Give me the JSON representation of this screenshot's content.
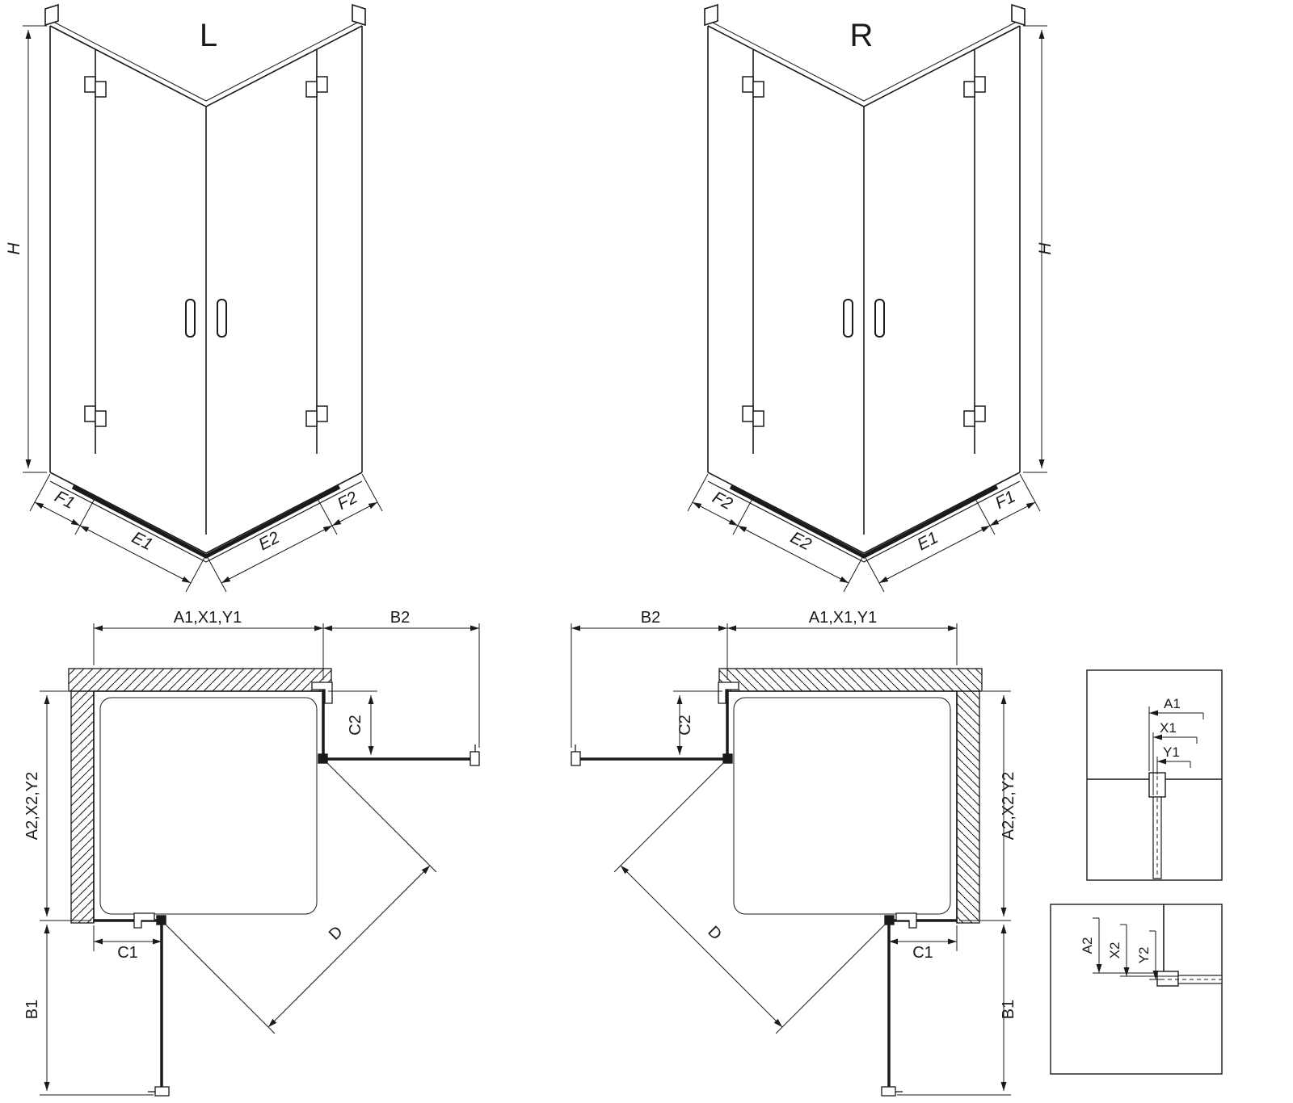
{
  "colors": {
    "line": "#1a1a1a",
    "background": "#ffffff"
  },
  "iso_left": {
    "title": "L",
    "h": "H",
    "f1": "F1",
    "e1": "E1",
    "e2": "E2",
    "f2": "F2"
  },
  "iso_right": {
    "title": "R",
    "h": "H",
    "f1": "F1",
    "e1": "E1",
    "e2": "E2",
    "f2": "F2"
  },
  "plan_left": {
    "a1": "A1,X1,Y1",
    "b2": "B2",
    "c2": "C2",
    "a2": "A2,X2,Y2",
    "c1": "C1",
    "b1": "B1",
    "d": "D"
  },
  "plan_right": {
    "a1": "A1,X1,Y1",
    "b2": "B2",
    "c2": "C2",
    "a2": "A2,X2,Y2",
    "c1": "C1",
    "b1": "B1",
    "d": "D"
  },
  "detail_top": {
    "a1": "A1",
    "x1": "X1",
    "y1": "Y1"
  },
  "detail_bottom": {
    "a2": "A2",
    "x2": "X2",
    "y2": "Y2"
  }
}
